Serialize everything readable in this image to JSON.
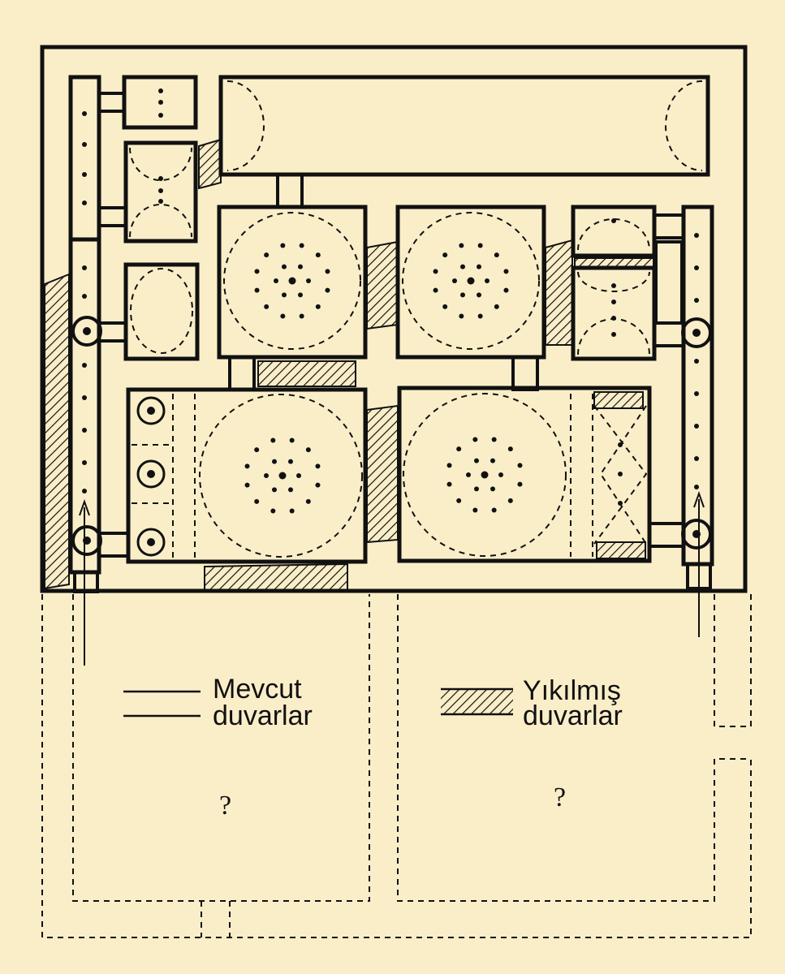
{
  "legend": {
    "existing_line1": "Mevcut",
    "existing_line2": "duvarlar",
    "ruined_line1": "Yıkılmış",
    "ruined_line2": "duvarlar"
  },
  "unknown_marks": [
    "?",
    "?"
  ],
  "colors": {
    "background": "#faeec9",
    "ink": "#111111"
  }
}
